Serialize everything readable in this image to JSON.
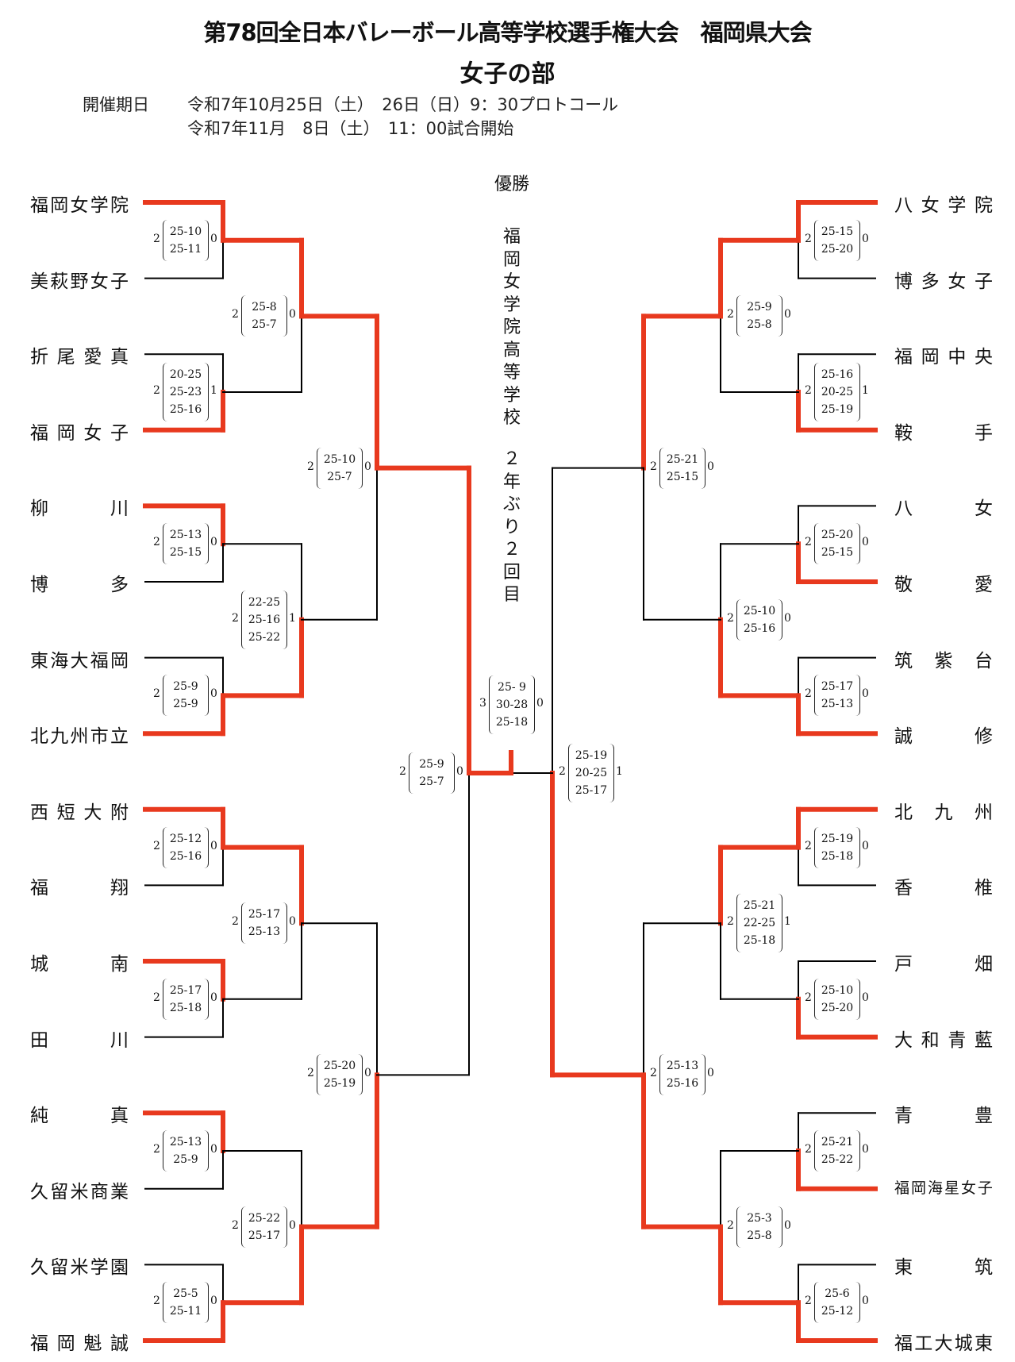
{
  "header": {
    "title": "第78回全日本バレーボール高等学校選手権大会　福岡県大会",
    "subtitle": "女子の部",
    "dates_label": "開催期日",
    "date_line1": "令和7年10月25日（土）　26日（日）9：30プロトコール",
    "date_line2": "令和7年11月　8日（土）　11：00試合開始"
  },
  "champion": {
    "label": "優勝",
    "school": "福岡女学院高等学校",
    "note": "２年ぶり２回目"
  },
  "colors": {
    "winner_line": "#E8391E",
    "line": "#000000"
  },
  "left_teams": [
    "福岡女学院",
    "美萩野女子",
    "折尾愛真",
    "福岡女子",
    "柳川",
    "博多",
    "東海大福岡",
    "北九州市立",
    "西短大附",
    "福翔",
    "城南",
    "田川",
    "純真",
    "久留米商業",
    "久留米学園",
    "福岡魁誠"
  ],
  "right_teams": [
    "八女学院",
    "博多女子",
    "福岡中央",
    "鞍手",
    "八女",
    "敬愛",
    "筑紫台",
    "誠修",
    "北九州",
    "香椎",
    "戸畑",
    "大和青藍",
    "青豊",
    "福岡海星女子",
    "東筑",
    "福工大城東"
  ],
  "left_matches": {
    "r1": [
      {
        "w": "2",
        "l": "0",
        "sets": [
          "25-10",
          "25-11"
        ]
      },
      {
        "w": "2",
        "l": "1",
        "sets": [
          "20-25",
          "25-23",
          "25-16"
        ]
      },
      {
        "w": "2",
        "l": "0",
        "sets": [
          "25-13",
          "25-15"
        ]
      },
      {
        "w": "2",
        "l": "0",
        "sets": [
          "25-9",
          "25-9"
        ]
      },
      {
        "w": "2",
        "l": "0",
        "sets": [
          "25-12",
          "25-16"
        ]
      },
      {
        "w": "2",
        "l": "0",
        "sets": [
          "25-17",
          "25-18"
        ]
      },
      {
        "w": "2",
        "l": "0",
        "sets": [
          "25-13",
          "25-9"
        ]
      },
      {
        "w": "2",
        "l": "0",
        "sets": [
          "25-5",
          "25-11"
        ]
      }
    ],
    "r2": [
      {
        "w": "2",
        "l": "0",
        "sets": [
          "25-8",
          "25-7"
        ]
      },
      {
        "w": "2",
        "l": "1",
        "sets": [
          "22-25",
          "25-16",
          "25-22"
        ]
      },
      {
        "w": "2",
        "l": "0",
        "sets": [
          "25-17",
          "25-13"
        ]
      },
      {
        "w": "2",
        "l": "0",
        "sets": [
          "25-22",
          "25-17"
        ]
      }
    ],
    "r3": [
      {
        "w": "2",
        "l": "0",
        "sets": [
          "25-10",
          "25-7"
        ]
      },
      {
        "w": "2",
        "l": "0",
        "sets": [
          "25-20",
          "25-19"
        ]
      }
    ],
    "sf": {
      "w": "2",
      "l": "0",
      "sets": [
        "25-9",
        "25-7"
      ]
    }
  },
  "right_matches": {
    "r1": [
      {
        "w": "2",
        "l": "0",
        "sets": [
          "25-15",
          "25-20"
        ]
      },
      {
        "w": "2",
        "l": "1",
        "sets": [
          "25-16",
          "20-25",
          "25-19"
        ]
      },
      {
        "w": "2",
        "l": "0",
        "sets": [
          "25-20",
          "25-15"
        ]
      },
      {
        "w": "2",
        "l": "0",
        "sets": [
          "25-17",
          "25-13"
        ]
      },
      {
        "w": "2",
        "l": "0",
        "sets": [
          "25-19",
          "25-18"
        ]
      },
      {
        "w": "2",
        "l": "0",
        "sets": [
          "25-10",
          "25-20"
        ]
      },
      {
        "w": "2",
        "l": "0",
        "sets": [
          "25-21",
          "25-22"
        ]
      },
      {
        "w": "2",
        "l": "0",
        "sets": [
          "25-6",
          "25-12"
        ]
      }
    ],
    "r2": [
      {
        "w": "2",
        "l": "0",
        "sets": [
          "25-9",
          "25-8"
        ]
      },
      {
        "w": "2",
        "l": "0",
        "sets": [
          "25-10",
          "25-16"
        ]
      },
      {
        "w": "2",
        "l": "1",
        "sets": [
          "25-21",
          "22-25",
          "25-18"
        ]
      },
      {
        "w": "2",
        "l": "0",
        "sets": [
          "25-3",
          "25-8"
        ]
      }
    ],
    "r3": [
      {
        "w": "2",
        "l": "0",
        "sets": [
          "25-21",
          "25-15"
        ]
      },
      {
        "w": "2",
        "l": "0",
        "sets": [
          "25-13",
          "25-16"
        ]
      }
    ],
    "sf": {
      "w": "2",
      "l": "1",
      "sets": [
        "25-19",
        "20-25",
        "25-17"
      ]
    }
  },
  "final": {
    "w": "3",
    "l": "0",
    "sets": [
      "25- 9",
      "30-28",
      "25-18"
    ]
  },
  "winners": {
    "left_r1": [
      0,
      1,
      0,
      1,
      0,
      0,
      0,
      1
    ],
    "left_r2": [
      0,
      1,
      0,
      1
    ],
    "left_r3": [
      0,
      1
    ],
    "left_sf": 0,
    "right_r1": [
      0,
      1,
      1,
      1,
      0,
      1,
      1,
      1
    ],
    "right_r2": [
      0,
      1,
      0,
      1
    ],
    "right_r3": [
      0,
      1
    ],
    "right_sf": 1,
    "final": "left"
  }
}
